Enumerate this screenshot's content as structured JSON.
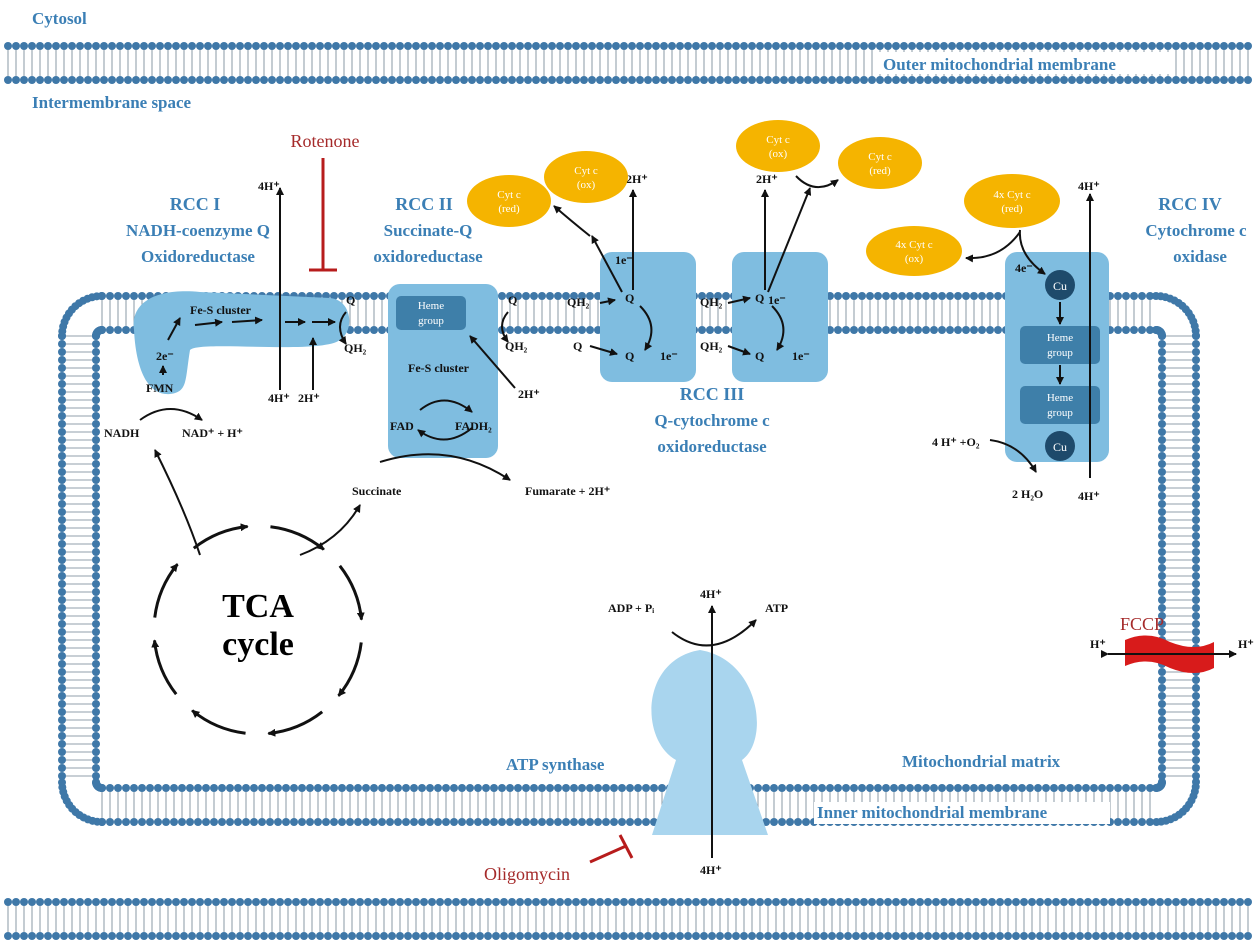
{
  "colors": {
    "membrane_head": "#3f78a8",
    "complex_fill": "#7fbde0",
    "heme_fill": "#3e7fa9",
    "cu_fill": "#1e4a6b",
    "cytc_fill": "#f5b400",
    "inhibitor": "#b71c1c",
    "label_blue": "#3b7fb5",
    "atp_synthase": "#a9d5ee"
  },
  "compartments": {
    "cytosol": "Cytosol",
    "outer_membrane": "Outer mitochondrial membrane",
    "intermembrane_space": "Intermembrane space",
    "inner_membrane": "Inner mitochondrial membrane",
    "matrix": "Mitochondrial matrix"
  },
  "inhibitors": {
    "rotenone": "Rotenone",
    "oligomycin": "Oligomycin",
    "fccp": "FCCP"
  },
  "rcc1": {
    "title": "RCC I",
    "line1": "NADH-coenzyme Q",
    "line2": "Oxidoreductase",
    "fes": "Fe-S cluster",
    "two_e": "2e⁻",
    "fmn": "FMN",
    "nadh": "NADH",
    "nad": "NAD⁺ + H⁺",
    "q": "Q",
    "qh2": "QH₂",
    "proton_top": "4H⁺",
    "proton_bottom": "4H⁺",
    "proton_bottom2": "2H⁺"
  },
  "rcc2": {
    "title": "RCC II",
    "line1": "Succinate-Q",
    "line2": "oxidoreductase",
    "heme_1": "Heme",
    "heme_2": "group",
    "fes": "Fe-S cluster",
    "fad": "FAD",
    "fadh2": "FADH₂",
    "succinate": "Succinate",
    "fumarate": "Fumarate + 2H⁺",
    "q": "Q",
    "qh2": "QH₂",
    "proton": "2H⁺"
  },
  "rcc3": {
    "title": "RCC III",
    "line1": "Q-cytochrome c",
    "line2": "oxidoreductase",
    "qh2": "QH₂",
    "q": "Q",
    "e": "1e⁻",
    "proton_a": "2H⁺",
    "proton_b": "2H⁺"
  },
  "rcc4": {
    "title": "RCC IV",
    "line1": "Cytochrome c",
    "line2": "oxidase",
    "four_e": "4e⁻",
    "cu": "Cu",
    "heme_1": "Heme",
    "heme_2": "group",
    "o2": "4 H⁺ +O₂",
    "water": "2 H₂O",
    "proton_top": "4H⁺",
    "proton_bottom": "4H⁺"
  },
  "cytc": {
    "cyt": "Cyt c",
    "cyt4": "4x Cyt c",
    "ox": "(ox)",
    "red": "(red)"
  },
  "tca": {
    "line1": "TCA",
    "line2": "cycle"
  },
  "atp": {
    "label": "ATP synthase",
    "adp": "ADP + Pᵢ",
    "atp": "ATP",
    "proton_top": "4H⁺",
    "proton_bottom": "4H⁺"
  },
  "fccp_h_left": "H⁺",
  "fccp_h_right": "H⁺"
}
